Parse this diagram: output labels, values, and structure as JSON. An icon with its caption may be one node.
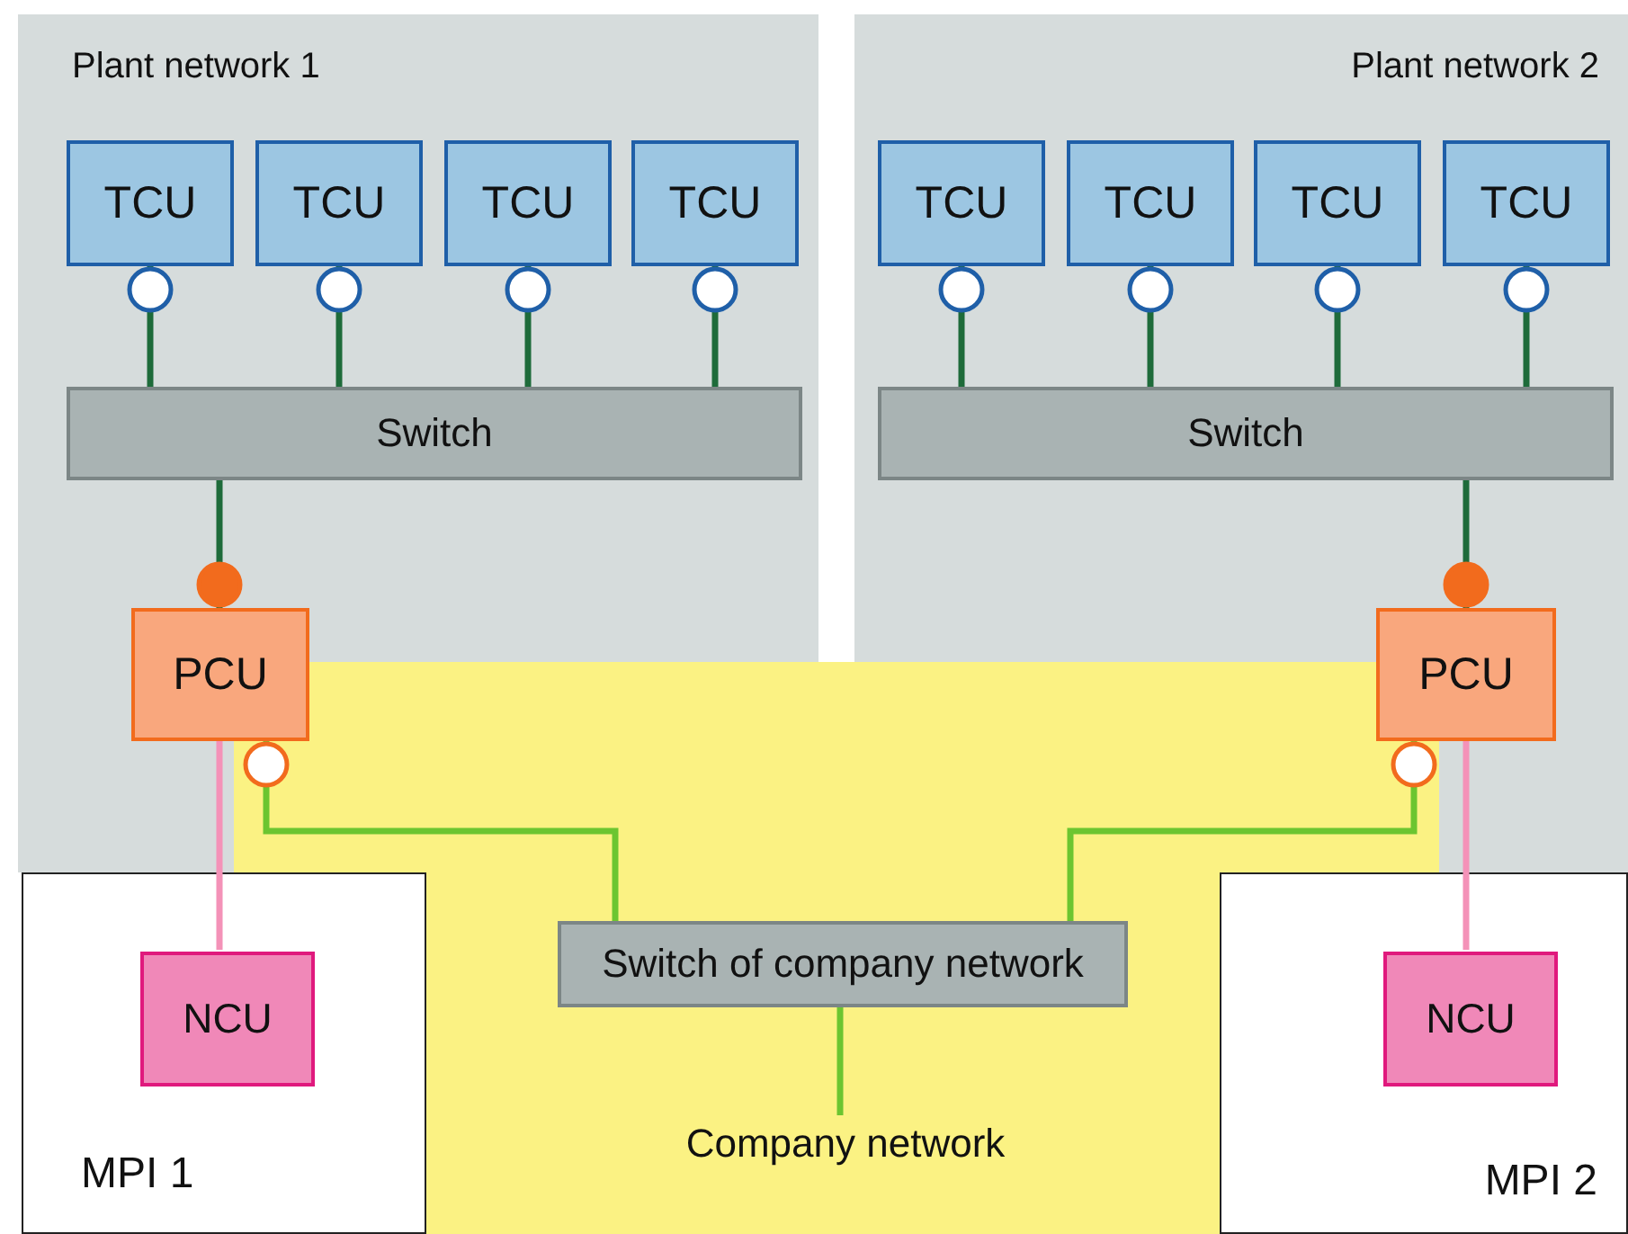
{
  "diagram": {
    "nodes": [
      {
        "text": [
          "Plant network 1"
        ]
      },
      {
        "text": [
          "TCU"
        ],
        "in": 0
      },
      {
        "text": [
          "TCU"
        ],
        "in": 0
      },
      {
        "text": [
          "TCU"
        ],
        "in": 0
      },
      {
        "text": [
          "TCU"
        ],
        "in": 0
      },
      {
        "text": [
          "Switch"
        ],
        "in": 0
      },
      {
        "text": [
          "Plant network 2"
        ]
      },
      {
        "text": [
          "TCU"
        ],
        "in": 6
      },
      {
        "text": [
          "TCU"
        ],
        "in": 6
      },
      {
        "text": [
          "TCU"
        ],
        "in": 6
      },
      {
        "text": [
          "TCU"
        ],
        "in": 6
      },
      {
        "text": [
          "Switch"
        ],
        "in": 6
      },
      {
        "text": [
          "PCU"
        ]
      },
      {
        "text": [
          "PCU"
        ]
      },
      {
        "text": [
          "Company network"
        ]
      },
      {
        "text": [
          "Switch of company network"
        ]
      },
      {
        "text": [
          "MPI 1"
        ]
      },
      {
        "text": [
          "NCU"
        ],
        "in": 16
      },
      {
        "text": [
          "MPI 2"
        ]
      },
      {
        "text": [
          "NCU"
        ],
        "in": 18
      }
    ],
    "edges": [
      {
        "from": 1,
        "to": 5,
        "arrow": "other"
      },
      {
        "from": 2,
        "to": 5,
        "arrow": "other"
      },
      {
        "from": 3,
        "to": 5,
        "arrow": "other"
      },
      {
        "from": 4,
        "to": 5,
        "arrow": "other"
      },
      {
        "from": 7,
        "to": 11,
        "arrow": "other"
      },
      {
        "from": 8,
        "to": 11,
        "arrow": "other"
      },
      {
        "from": 9,
        "to": 11,
        "arrow": "other"
      },
      {
        "from": 10,
        "to": 11,
        "arrow": "other"
      },
      {
        "from": 12,
        "to": 5,
        "arrow": "other"
      },
      {
        "from": 13,
        "to": 11,
        "arrow": "other"
      },
      {
        "from": 12,
        "to": 15,
        "arrow": "other",
        "color": "#6cc530"
      },
      {
        "from": 13,
        "to": 15,
        "arrow": "other",
        "color": "#6cc530"
      },
      {
        "from": 12,
        "to": 17,
        "arrow": "none",
        "color": "#f492b8"
      },
      {
        "from": 13,
        "to": 19,
        "arrow": "none",
        "color": "#f492b8"
      },
      {
        "from": 15,
        "to": 14,
        "arrow": "none",
        "color": "#6cc530"
      }
    ]
  }
}
